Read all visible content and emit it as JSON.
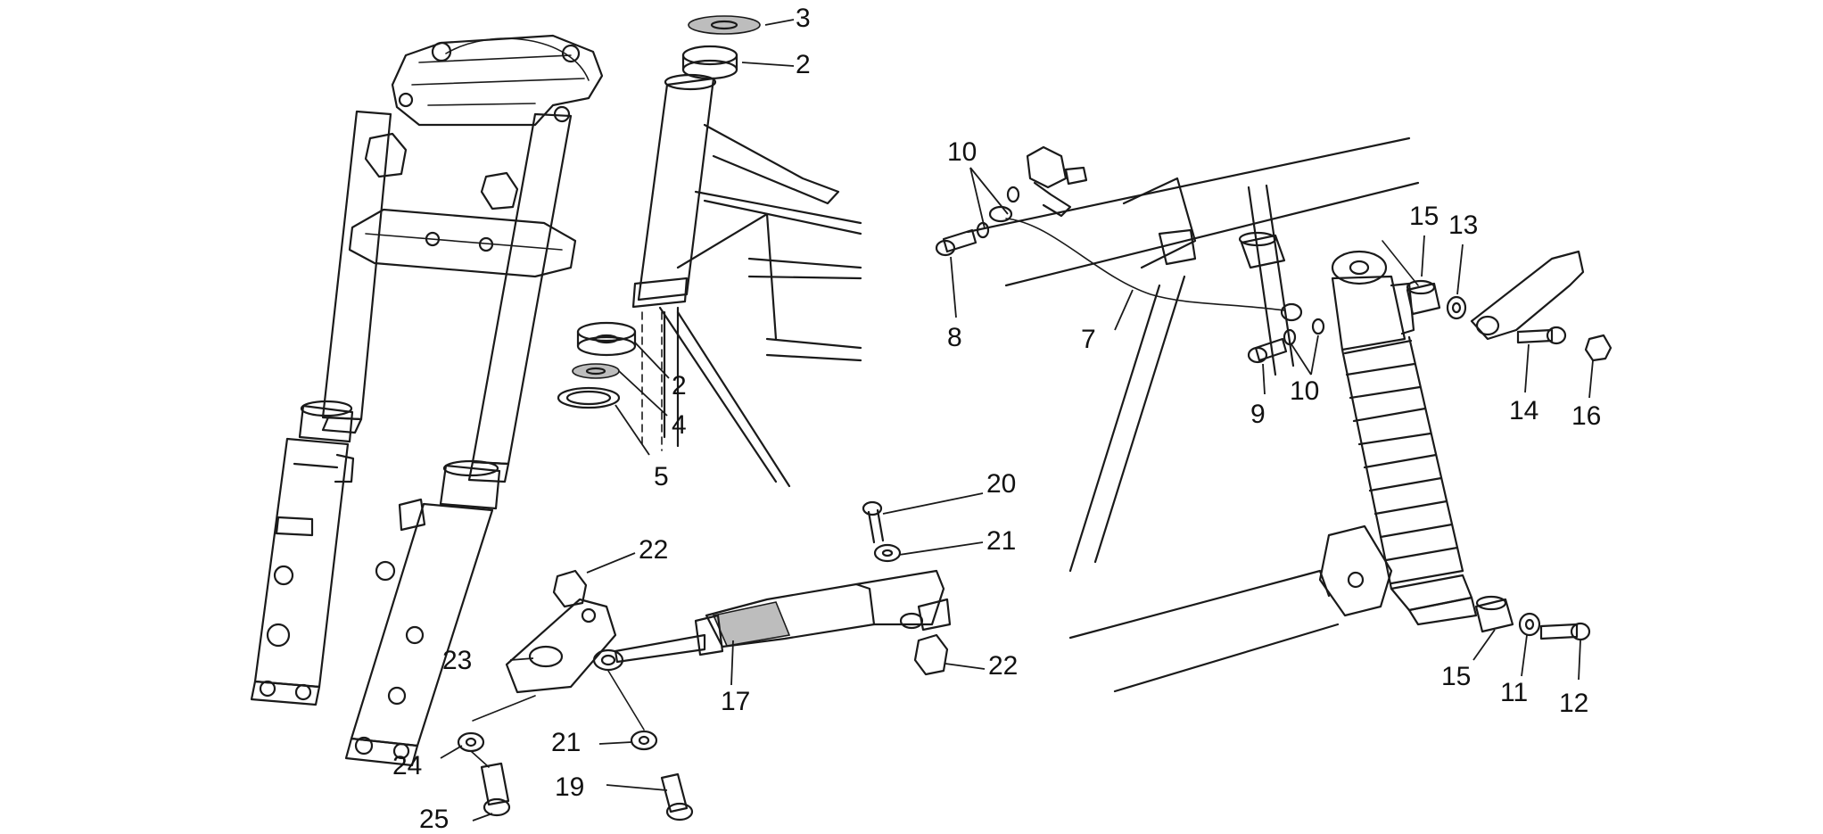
{
  "callouts": [
    {
      "id": "c-3",
      "text": "3"
    },
    {
      "id": "c-2a",
      "text": "2"
    },
    {
      "id": "c-2b",
      "text": "2"
    },
    {
      "id": "c-4",
      "text": "4"
    },
    {
      "id": "c-5",
      "text": "5"
    },
    {
      "id": "c-10a",
      "text": "10"
    },
    {
      "id": "c-8",
      "text": "8"
    },
    {
      "id": "c-7",
      "text": "7"
    },
    {
      "id": "c-9",
      "text": "9"
    },
    {
      "id": "c-10b",
      "text": "10"
    },
    {
      "id": "c-15a",
      "text": "15"
    },
    {
      "id": "c-13",
      "text": "13"
    },
    {
      "id": "c-14",
      "text": "14"
    },
    {
      "id": "c-16",
      "text": "16"
    },
    {
      "id": "c-20",
      "text": "20"
    },
    {
      "id": "c-21a",
      "text": "21"
    },
    {
      "id": "c-22a",
      "text": "22"
    },
    {
      "id": "c-23",
      "text": "23"
    },
    {
      "id": "c-17",
      "text": "17"
    },
    {
      "id": "c-22b",
      "text": "22"
    },
    {
      "id": "c-24",
      "text": "24"
    },
    {
      "id": "c-21b",
      "text": "21"
    },
    {
      "id": "c-19",
      "text": "19"
    },
    {
      "id": "c-25",
      "text": "25"
    },
    {
      "id": "c-15b",
      "text": "15"
    },
    {
      "id": "c-11",
      "text": "11"
    },
    {
      "id": "c-12",
      "text": "12"
    }
  ]
}
